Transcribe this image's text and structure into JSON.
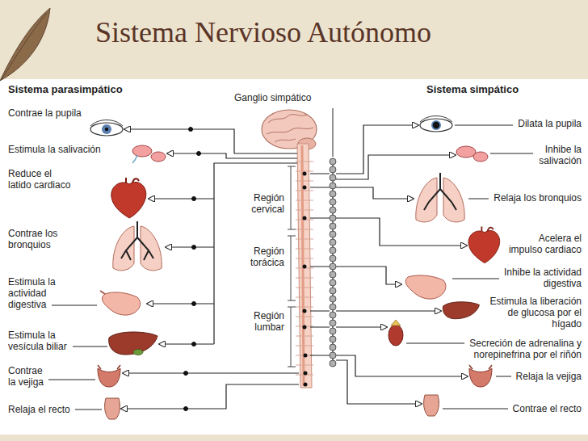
{
  "diagram": {
    "title": "Sistema Nervioso Autónomo",
    "labels": [
      "Sistema parasimpático",
      "Ganglio simpático",
      "Sistema simpático",
      "Contrae la pupila",
      "Dilata la pupila",
      "Estimula la salivación",
      "Inhibe la salivación",
      "Reduce el latido cardiaco",
      "Región cervical",
      "Relaja los bronquios",
      "Contrae los bronquios",
      "Acelera el impulso cardiaco",
      "Región torácica",
      "Estimula la actividad digestiva",
      "Inhibe la actividad digestiva",
      "Estimula la liberación de glucosa por el hígado",
      "Región lumbar",
      "Estimula la vesícula biliar",
      "Secreción de adrenalina y norepinefrina por el riñón",
      "Contrae la vejiga",
      "Relaja la vejiga",
      "Relaja el recto",
      "Contrae el recto"
    ]
  }
}
